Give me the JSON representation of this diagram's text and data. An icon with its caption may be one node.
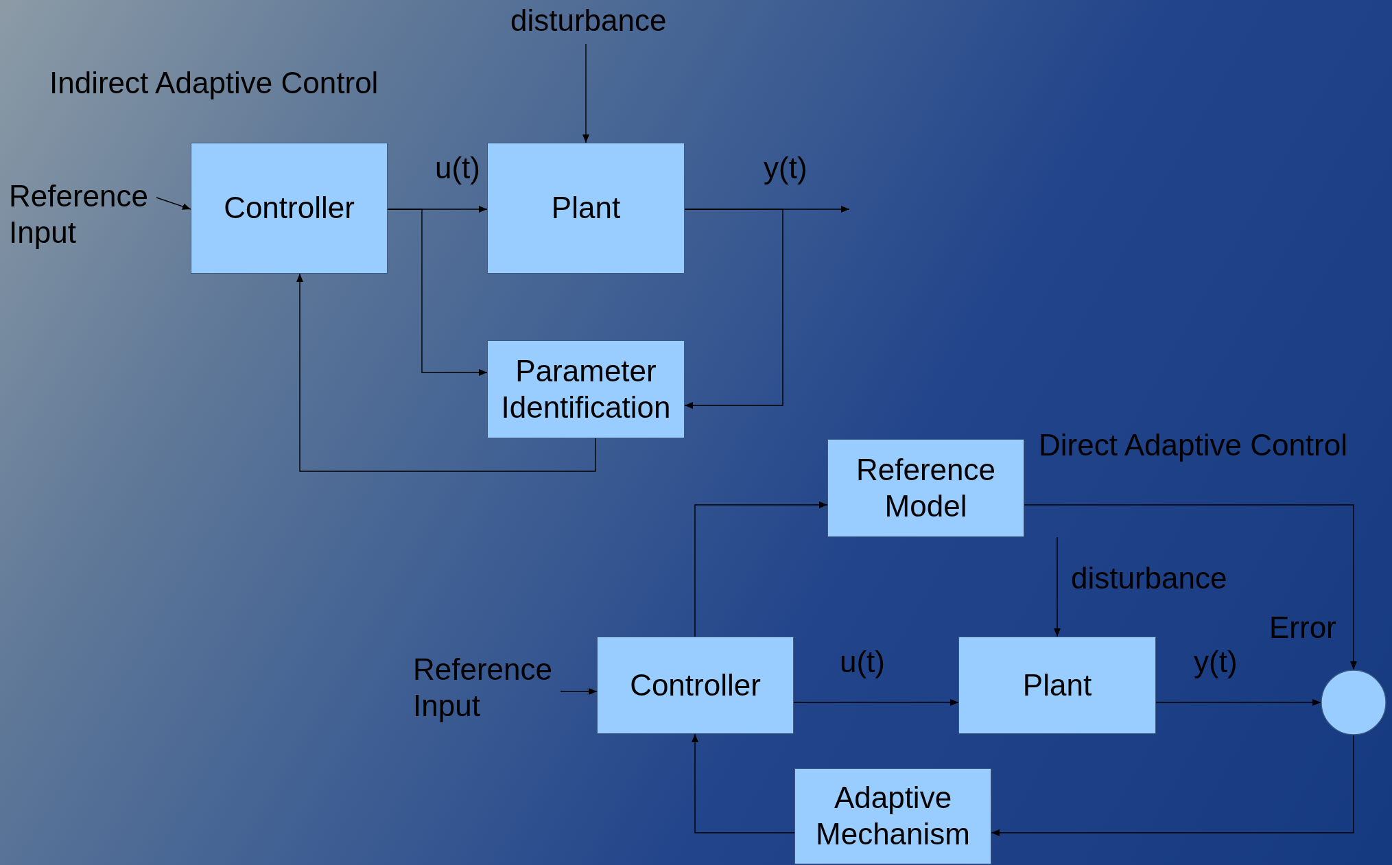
{
  "diagram": {
    "nodes": [
      {
        "text": [
          "Reference Input"
        ]
      },
      {
        "text": [
          "disturbance"
        ]
      },
      {
        "text": [
          "Controller"
        ]
      },
      {
        "text": [
          "Plant"
        ]
      },
      {
        "text": [
          "Parameter Identification"
        ]
      },
      {
        "text": [
          "Reference Model"
        ]
      },
      {
        "text": [
          "Reference Input"
        ]
      },
      {
        "text": [
          "Controller"
        ]
      },
      {
        "text": [
          "Plant"
        ]
      },
      {
        "text": [],
        "shape": "circle"
      },
      {
        "text": [
          "Adaptive Mechanism"
        ]
      }
    ],
    "edges": [
      {
        "from": 0,
        "to": 2,
        "arrow": "to"
      },
      {
        "from": 1,
        "to": 3,
        "arrow": "to"
      },
      {
        "from": 2,
        "to": 3,
        "arrow": "to",
        "label": "u(t)"
      },
      {
        "from": 2,
        "to": 4,
        "arrow": "to"
      },
      {
        "from": 3,
        "to": null,
        "arrow": "to",
        "label": "y(t)"
      },
      {
        "from": 3,
        "to": 4,
        "arrow": "to"
      },
      {
        "from": 4,
        "to": 2,
        "arrow": "to"
      },
      {
        "from": 6,
        "to": 7,
        "arrow": "to"
      },
      {
        "from": 7,
        "to": 5,
        "arrow": "to"
      },
      {
        "from": null,
        "to": 8,
        "arrow": "to",
        "label": "disturbance"
      },
      {
        "from": 7,
        "to": 8,
        "arrow": "to",
        "label": "u(t)"
      },
      {
        "from": 8,
        "to": 9,
        "arrow": "to",
        "label": "y(t)"
      },
      {
        "from": 5,
        "to": 9,
        "arrow": "to",
        "label": "Error"
      },
      {
        "from": 9,
        "to": 10,
        "arrow": "to"
      },
      {
        "from": 10,
        "to": 7,
        "arrow": "to"
      }
    ],
    "labels": [
      "Indirect Adaptive Control",
      "Direct Adaptive Control"
    ]
  }
}
